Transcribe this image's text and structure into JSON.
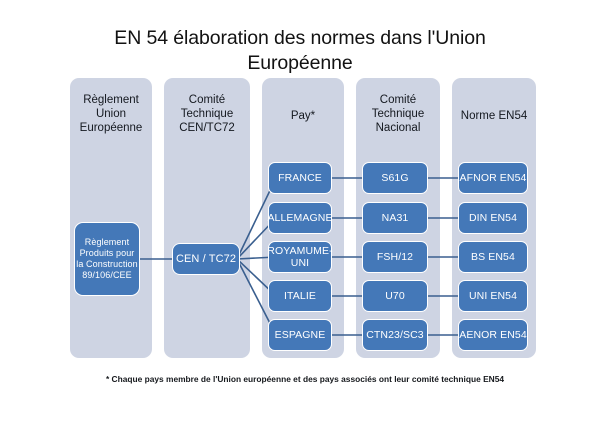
{
  "title": "EN 54 élaboration des normes dans l'Union Européenne",
  "columns": [
    {
      "id": "reglement",
      "header": "Règlement Union Européenne"
    },
    {
      "id": "comite-cen",
      "header": "Comité Technique CEN/TC72"
    },
    {
      "id": "pays",
      "header": "Pay*"
    },
    {
      "id": "comite-national",
      "header": "Comité Technique Nacional"
    },
    {
      "id": "norme",
      "header": "Norme EN54"
    }
  ],
  "regulation_box": "Règlement Produits pour la Construction 89/106/CEE",
  "cen_box": "CEN / TC72",
  "rows": [
    {
      "country": "FRANCE",
      "committee": "S61G",
      "standard": "AFNOR EN54"
    },
    {
      "country": "ALLEMAGNE",
      "committee": "NA31",
      "standard": "DIN EN54"
    },
    {
      "country": "ROYAMUME-UNI",
      "committee": "FSH/12",
      "standard": "BS EN54"
    },
    {
      "country": "ITALIE",
      "committee": "U70",
      "standard": "UNI EN54"
    },
    {
      "country": "ESPAGNE",
      "committee": "CTN23/SC3",
      "standard": "AENOR EN54"
    }
  ],
  "footnote": "* Chaque pays membre de l'Union européenne et des pays associés ont leur comité technique EN54",
  "colors": {
    "box_fill": "#4478b8",
    "band_fill": "#ced4e3",
    "connector": "#3a5f8f",
    "page_background": "#ffffff",
    "box_text": "#ffffff",
    "title_text": "#121212"
  }
}
